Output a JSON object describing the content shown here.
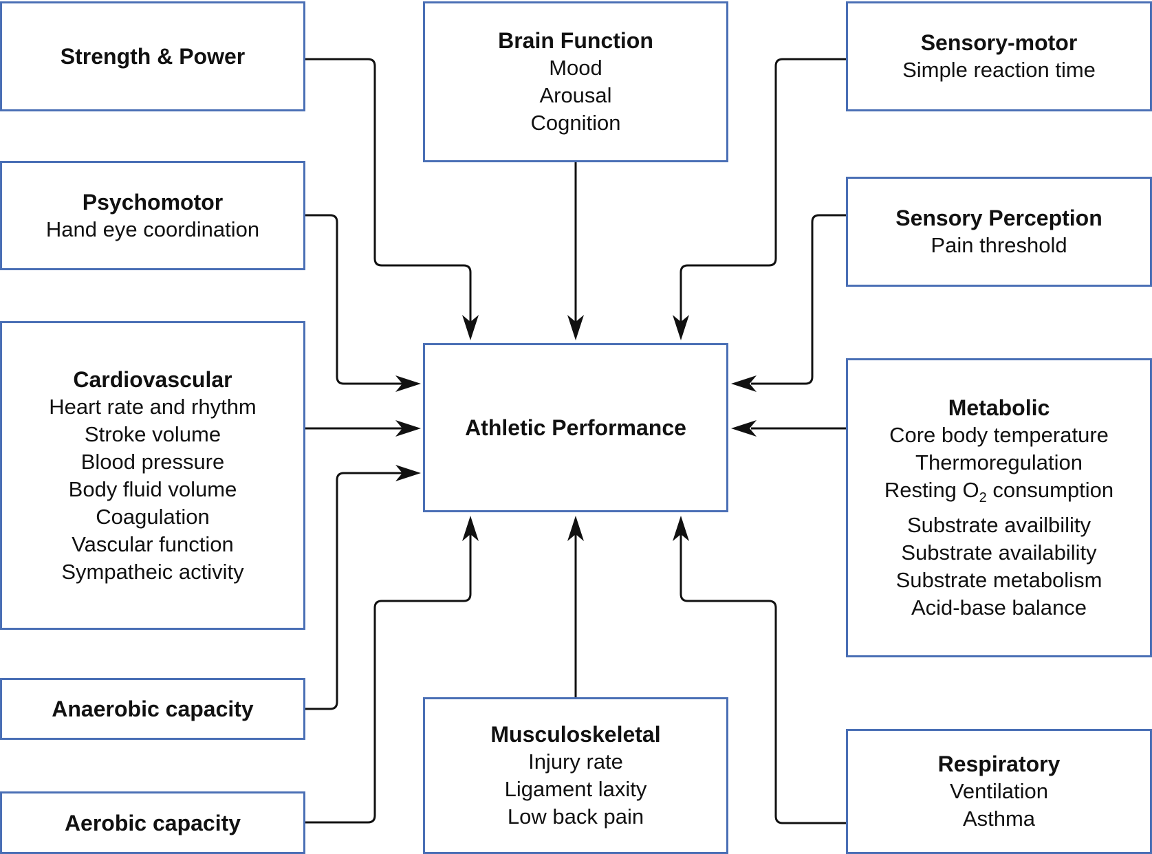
{
  "center": {
    "title": "Athletic Performance"
  },
  "boxes": {
    "strength": {
      "title": "Strength & Power"
    },
    "brain": {
      "title": "Brain Function",
      "items": [
        "Mood",
        "Arousal",
        "Cognition"
      ]
    },
    "sensorymotor": {
      "title": "Sensory-motor",
      "items": [
        "Simple reaction time"
      ]
    },
    "psychomotor": {
      "title": "Psychomotor",
      "items": [
        "Hand eye coordination"
      ]
    },
    "perception": {
      "title": "Sensory Perception",
      "items": [
        "Pain threshold"
      ]
    },
    "cardio": {
      "title": "Cardiovascular",
      "items": [
        "Heart rate and rhythm",
        "Stroke volume",
        "Blood pressure",
        "Body fluid volume",
        "Coagulation",
        "Vascular function",
        "Sympatheic activity"
      ]
    },
    "metabolic": {
      "title": "Metabolic",
      "items": [
        "Core body temperature",
        "Thermoregulation",
        "Resting O",
        "2",
        " consumption",
        "Substrate availbility",
        "Substrate availability",
        "Substrate metabolism",
        "Acid-base balance"
      ]
    },
    "anaerobic": {
      "title": "Anaerobic capacity"
    },
    "aerobic": {
      "title": "Aerobic capacity"
    },
    "musculo": {
      "title": "Musculoskeletal",
      "items": [
        "Injury rate",
        "Ligament laxity",
        "Low back pain"
      ]
    },
    "respiratory": {
      "title": "Respiratory",
      "items": [
        "Ventilation",
        "Asthma"
      ]
    }
  },
  "colors": {
    "box_border": "#4a6fb5",
    "arrow": "#111111"
  }
}
